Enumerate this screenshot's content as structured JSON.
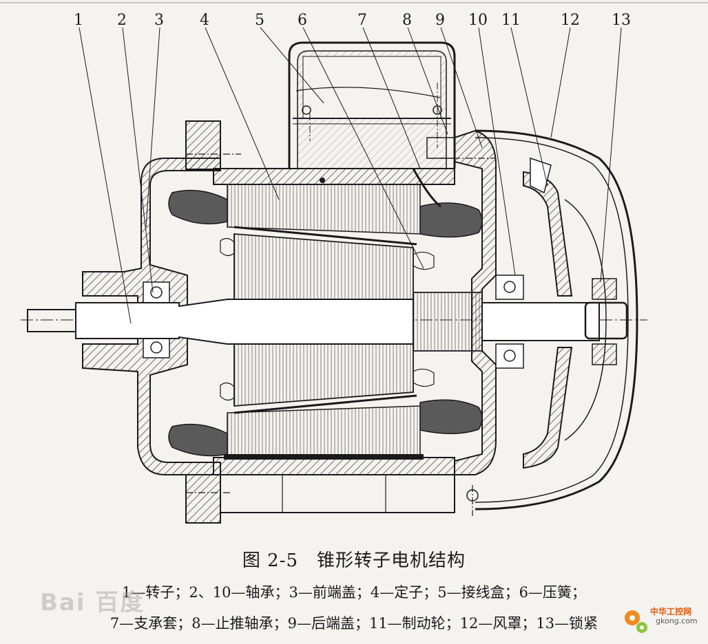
{
  "labels": [
    "1",
    "2",
    "3",
    "4",
    "5",
    "6",
    "7",
    "8",
    "9",
    "10",
    "11",
    "12",
    "13"
  ],
  "caption": "图 2-5　锥形转子电机结构",
  "legend_line1": "1—转子；2、10—轴承；3—前端盖；4—定子；5—接线盒；6—压簧；",
  "legend_line2": "7—支承套；8—止推轴承；9—后端盖；11—制动轮；12—风罩；13—锁紧",
  "watermark_left": "Bai 百度",
  "watermark_right_1": "中华工控网",
  "watermark_right_2": "gkong.com",
  "colors": {
    "line": "#1a1a1a",
    "hatch": "#333333",
    "fill_dark": "#5a5a5a",
    "background": "#f4f3ef"
  }
}
